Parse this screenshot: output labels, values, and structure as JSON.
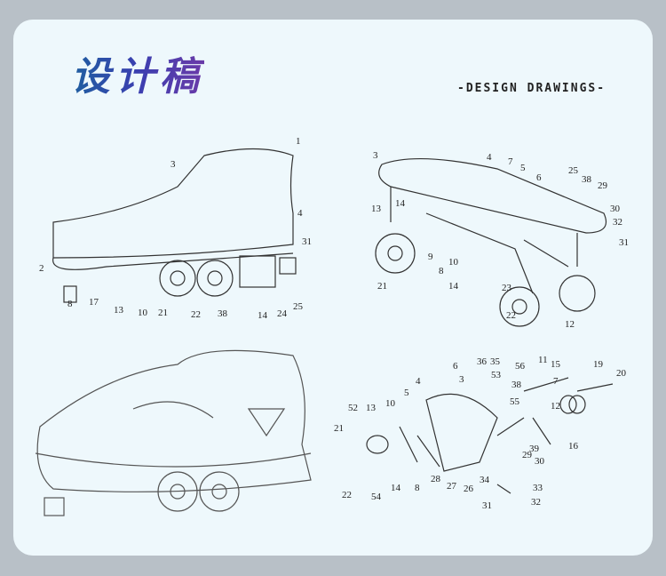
{
  "header": {
    "title": "设计稿",
    "subtitle": "-DESIGN DRAWINGS-"
  },
  "figures": [
    {
      "name": "side-view",
      "labels": [
        "1",
        "3",
        "4",
        "31",
        "2",
        "8",
        "17",
        "13",
        "10",
        "21",
        "22",
        "38",
        "14",
        "24",
        "25"
      ]
    },
    {
      "name": "chassis-view",
      "labels": [
        "3",
        "4",
        "7",
        "5",
        "25",
        "6",
        "38",
        "29",
        "30",
        "32",
        "31",
        "13",
        "14",
        "9",
        "8",
        "10",
        "14",
        "23",
        "21",
        "22",
        "12"
      ]
    },
    {
      "name": "exploded-view",
      "labels": [
        "6",
        "36",
        "35",
        "56",
        "11",
        "15",
        "19",
        "20",
        "4",
        "3",
        "53",
        "38",
        "7",
        "5",
        "55",
        "12",
        "10",
        "52",
        "13",
        "16",
        "39",
        "21",
        "29",
        "30",
        "8",
        "28",
        "27",
        "26",
        "34",
        "14",
        "22",
        "54",
        "33",
        "31",
        "32"
      ]
    }
  ]
}
